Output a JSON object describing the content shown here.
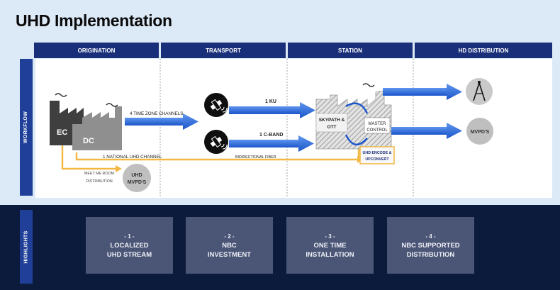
{
  "title": "UHD Implementation",
  "sidebar": {
    "workflow": "WORKFLOW",
    "highlights": "HIGHLIGHTS"
  },
  "columns": [
    "ORIGINATION",
    "TRANSPORT",
    "STATION",
    "HD DISTRIBUTION"
  ],
  "nodes": {
    "ec": "EC",
    "dc": "DC",
    "uhd_mvpd_1": "UHD",
    "uhd_mvpd_2": "MVPD'S",
    "skypath_1": "SKYPATH &",
    "skypath_2": "OTT",
    "master_1": "MASTER",
    "master_2": "CONTROL",
    "encode_1": "UHD ENCODE &",
    "encode_2": "UPCONVERT",
    "mvpds": "MVPD'S"
  },
  "labels": {
    "time_zone": "4  TIME ZONE CHANNELS",
    "ku": "1 KU",
    "cband": "1 C-BAND",
    "national": "1 NATIONAL UHD CHANNEL",
    "fiber": "BIDIRECTIONAL FIBER",
    "meet_me_1": "MEET ME ROOM",
    "meet_me_2": "DISTRIBUTION"
  },
  "highlights": [
    {
      "num": "- 1 -",
      "line1": "LOCALIZED",
      "line2": "UHD STREAM"
    },
    {
      "num": "- 2 -",
      "line1": "NBC",
      "line2": "INVESTMENT"
    },
    {
      "num": "- 3 -",
      "line1": "ONE TIME",
      "line2": "INSTALLATION"
    },
    {
      "num": "- 4 -",
      "line1": "NBC SUPPORTED",
      "line2": "DISTRIBUTION"
    }
  ],
  "colors": {
    "header": "#1a2f7a",
    "arrow_blue": "#2f6fe0",
    "arrow_gold": "#f2b843",
    "highlight_box": "#4b5576",
    "bottom_bg": "#0c1a3c"
  }
}
